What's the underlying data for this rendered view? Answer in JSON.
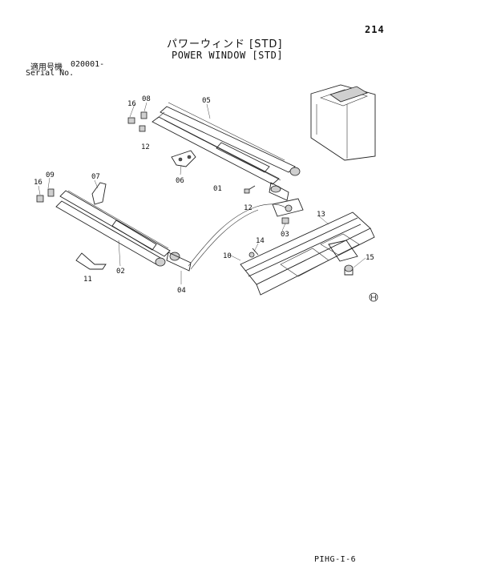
{
  "page_number": "214",
  "title_ja": "パワーウィンド [STD]",
  "title_en": "POWER WINDOW [STD]",
  "serial_label_ja": "適用号機",
  "serial_value": "020001-",
  "serial_label_en": "Serial No.",
  "footer_code": "PIHG-I-6",
  "callouts": {
    "c01": "01",
    "c02": "02",
    "c03": "03",
    "c04": "04",
    "c05": "05",
    "c06": "06",
    "c07": "07",
    "c08": "08",
    "c09": "09",
    "c10": "10",
    "c11": "11",
    "c12a": "12",
    "c12b": "12",
    "c13": "13",
    "c14": "14",
    "c15": "15",
    "c16a": "16",
    "c16b": "16"
  },
  "icons": {
    "badge": "circled-h-logo-icon"
  }
}
